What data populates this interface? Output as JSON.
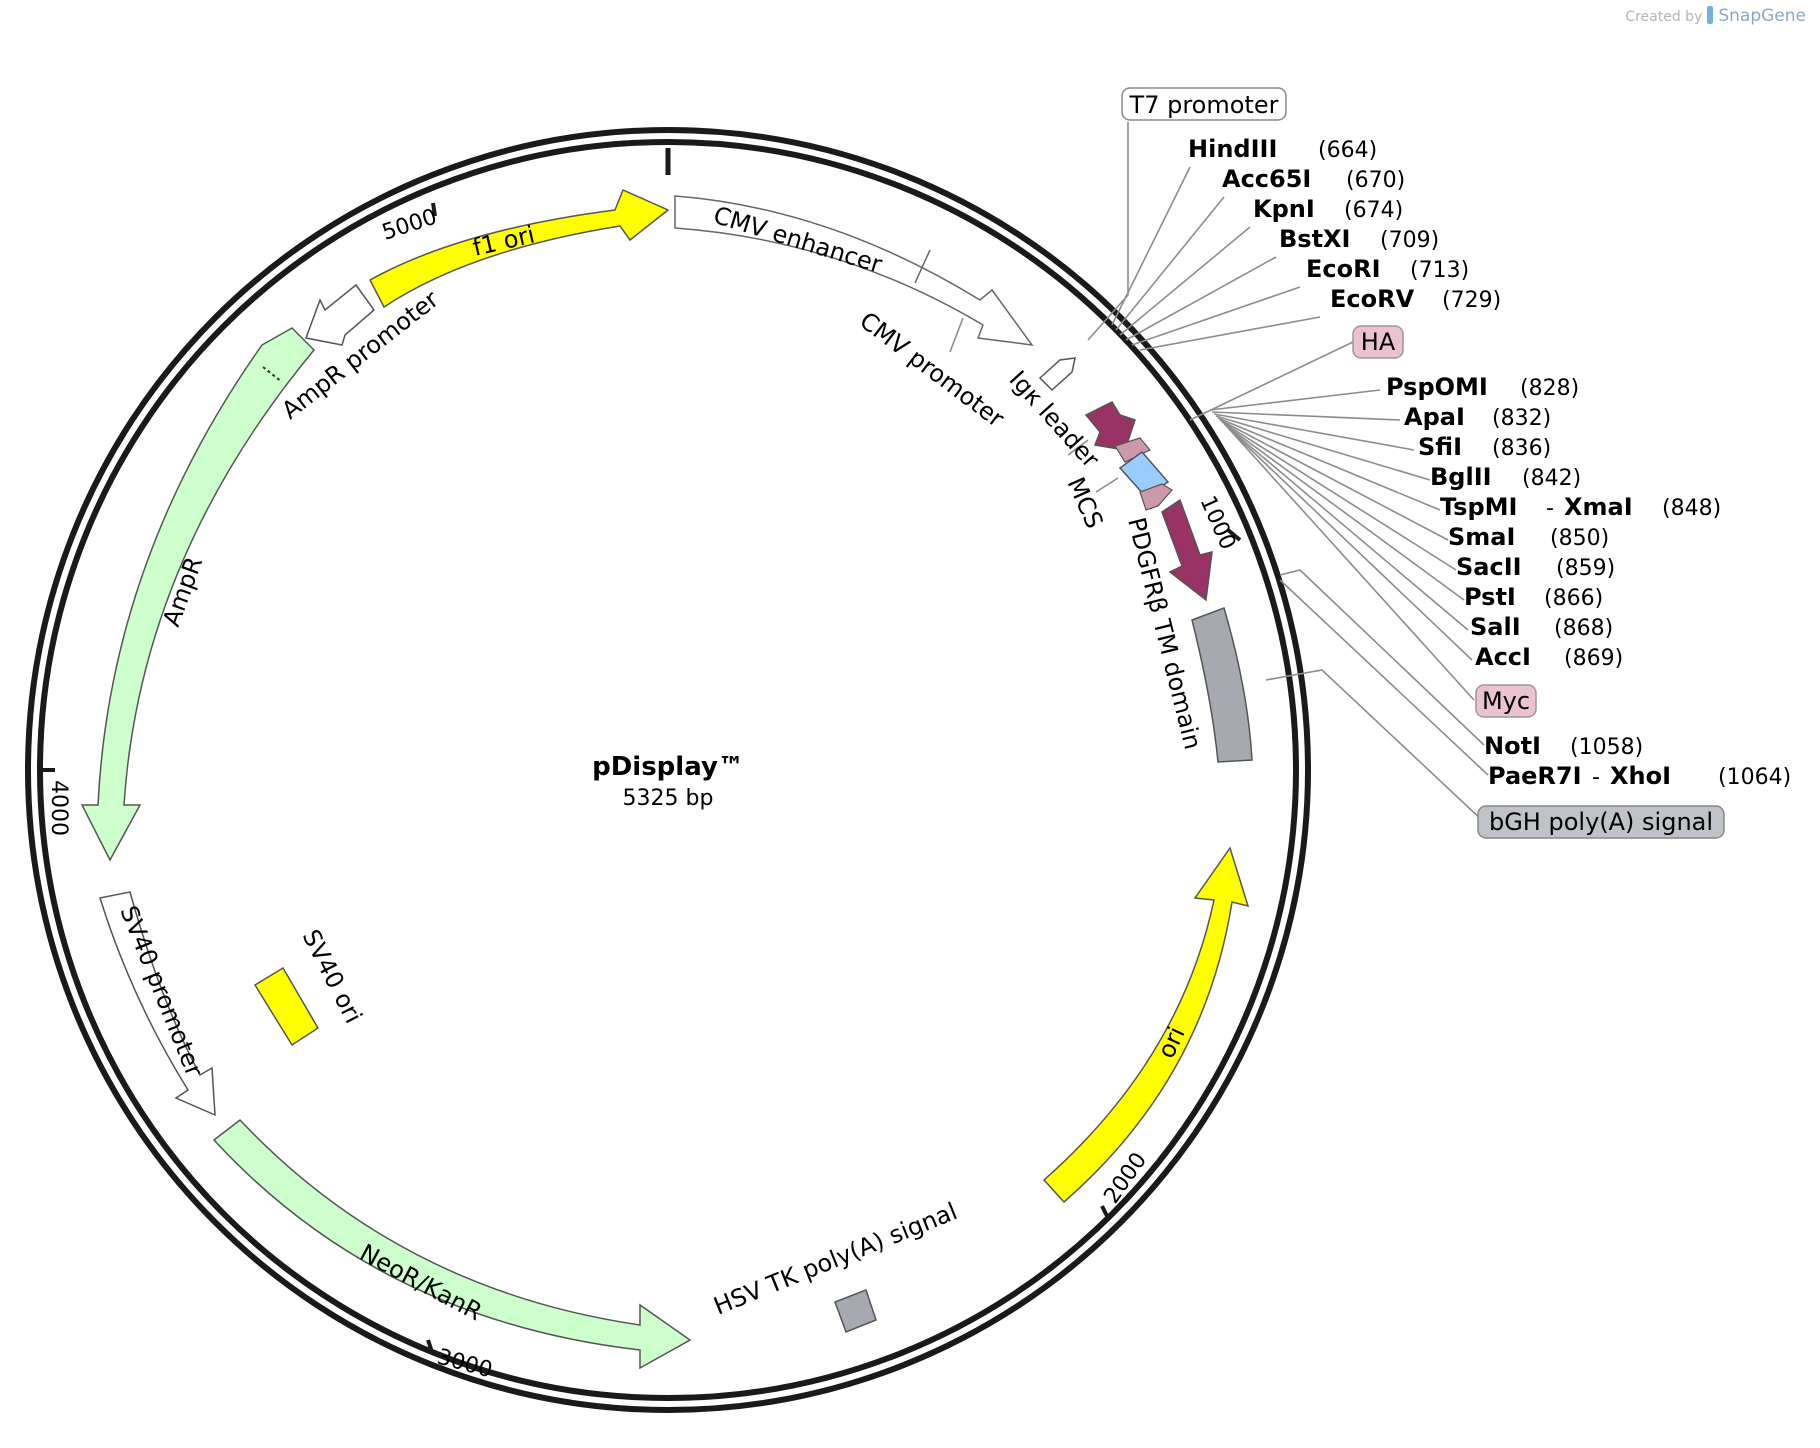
{
  "attribution": {
    "created_by": "Created by",
    "brand": "SnapGene"
  },
  "plasmid": {
    "name": "pDisplay™",
    "size": "5325 bp"
  },
  "ticks": [
    "1000",
    "2000",
    "3000",
    "4000",
    "5000"
  ],
  "features": [
    {
      "name": "f1 ori",
      "color": "#ffff00"
    },
    {
      "name": "CMV enhancer",
      "color": "#ffffff"
    },
    {
      "name": "CMV promoter",
      "color": "#ffffff"
    },
    {
      "name": "Igκ leader",
      "color": "#993366"
    },
    {
      "name": "MCS",
      "color": "#99ccff"
    },
    {
      "name": "PDGFRβ TM domain",
      "color": "#993366"
    },
    {
      "name": "ori",
      "color": "#ffff00"
    },
    {
      "name": "HSV TK poly(A) signal",
      "color": "#a6a6a6"
    },
    {
      "name": "NeoR/KanR",
      "color": "#ccffcc"
    },
    {
      "name": "SV40 promoter",
      "color": "#ffffff"
    },
    {
      "name": "SV40 ori",
      "color": "#ffff00"
    },
    {
      "name": "AmpR",
      "color": "#ccffcc"
    },
    {
      "name": "AmpR promoter",
      "color": "#ffffff"
    }
  ],
  "boxed_labels": [
    {
      "name": "T7 promoter",
      "style": "white"
    },
    {
      "name": "HA",
      "style": "pink"
    },
    {
      "name": "Myc",
      "style": "pink"
    },
    {
      "name": "bGH poly(A) signal",
      "style": "gray"
    }
  ],
  "restriction_sites": [
    {
      "enzyme": "HindIII",
      "position": "(664)"
    },
    {
      "enzyme": "Acc65I",
      "position": "(670)"
    },
    {
      "enzyme": "KpnI",
      "position": "(674)"
    },
    {
      "enzyme": "BstXI",
      "position": "(709)"
    },
    {
      "enzyme": "EcoRI",
      "position": "(713)"
    },
    {
      "enzyme": "EcoRV",
      "position": "(729)"
    },
    {
      "enzyme": "PspOMI",
      "position": "(828)"
    },
    {
      "enzyme": "ApaI",
      "position": "(832)"
    },
    {
      "enzyme": "SfiI",
      "position": "(836)"
    },
    {
      "enzyme": "BglII",
      "position": "(842)"
    },
    {
      "enzyme": "TspMI",
      "enzyme2": "XmaI",
      "position": "(848)"
    },
    {
      "enzyme": "SmaI",
      "position": "(850)"
    },
    {
      "enzyme": "SacII",
      "position": "(859)"
    },
    {
      "enzyme": "PstI",
      "position": "(866)"
    },
    {
      "enzyme": "SalI",
      "position": "(868)"
    },
    {
      "enzyme": "AccI",
      "position": "(869)"
    },
    {
      "enzyme": "NotI",
      "position": "(1058)"
    },
    {
      "enzyme": "PaeR7I",
      "enzyme2": "XhoI",
      "position": "(1064)"
    }
  ]
}
